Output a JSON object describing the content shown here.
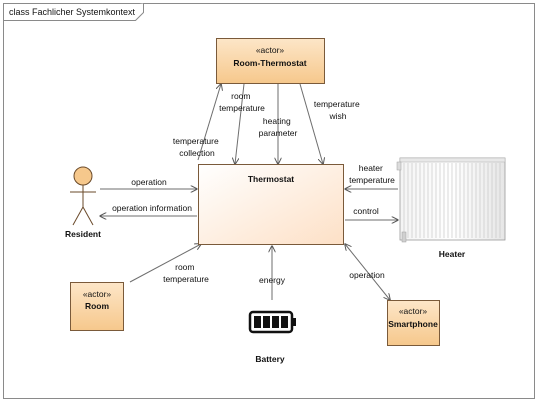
{
  "frame": {
    "title": "class Fachlicher Systemkontext"
  },
  "colors": {
    "actor_box_top": "#fde6c8",
    "actor_box_bottom": "#f6c88c",
    "system_box_top": "#ffffff",
    "system_box_bottom": "#fde0c6",
    "border": "#7a5a3a",
    "line": "#6e6e6e",
    "person_head": "#f6c88c"
  },
  "nodes": {
    "room_thermostat": {
      "stereotype": "«actor»",
      "name": "Room-Thermostat"
    },
    "thermostat": {
      "name": "Thermostat"
    },
    "resident": {
      "name": "Resident",
      "icon": "stick-figure-icon"
    },
    "room": {
      "stereotype": "«actor»",
      "name": "Room"
    },
    "smartphone": {
      "stereotype": "«actor»",
      "name": "Smartphone"
    },
    "heater": {
      "name": "Heater",
      "icon": "radiator-icon"
    },
    "battery": {
      "name": "Battery",
      "icon": "battery-icon"
    }
  },
  "edges": {
    "temperature_collection": [
      "temperature",
      "collection"
    ],
    "room_temperature_top": [
      "room",
      "temperature"
    ],
    "heating_parameter": [
      "heating",
      "parameter"
    ],
    "temperature_wish": [
      "temperature",
      "wish"
    ],
    "operation_resident": "operation",
    "operation_information": "operation information",
    "heater_temperature": [
      "heater",
      "temperature"
    ],
    "control": "control",
    "room_temperature_bottom": [
      "room",
      "temperature"
    ],
    "energy": "energy",
    "operation_smartphone": "operation"
  }
}
